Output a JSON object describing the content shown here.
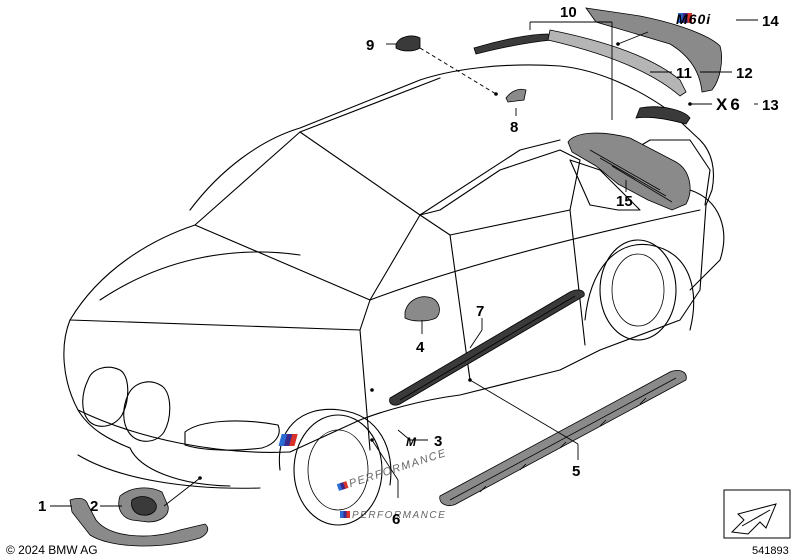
{
  "callouts": [
    {
      "id": "1",
      "label": "1"
    },
    {
      "id": "2",
      "label": "2"
    },
    {
      "id": "3",
      "label": "3"
    },
    {
      "id": "4",
      "label": "4"
    },
    {
      "id": "5",
      "label": "5"
    },
    {
      "id": "6",
      "label": "6"
    },
    {
      "id": "7",
      "label": "7"
    },
    {
      "id": "8",
      "label": "8"
    },
    {
      "id": "9",
      "label": "9"
    },
    {
      "id": "10",
      "label": "10"
    },
    {
      "id": "11",
      "label": "11"
    },
    {
      "id": "12",
      "label": "12"
    },
    {
      "id": "13",
      "label": "13"
    },
    {
      "id": "14",
      "label": "14"
    },
    {
      "id": "15",
      "label": "15"
    }
  ],
  "emblems": {
    "m60i": "M60i",
    "x6": "X6",
    "performance": "PERFORMANCE",
    "m_badge": "M"
  },
  "footer": {
    "copyright": "© 2024 BMW AG",
    "diagram_number": "541893"
  },
  "colors": {
    "m_blue": "#2a6bd4",
    "m_violet": "#3b2a8c",
    "m_red": "#d8322a",
    "part_dark": "#3a3a3a",
    "part_grey": "#8a8a8a"
  }
}
